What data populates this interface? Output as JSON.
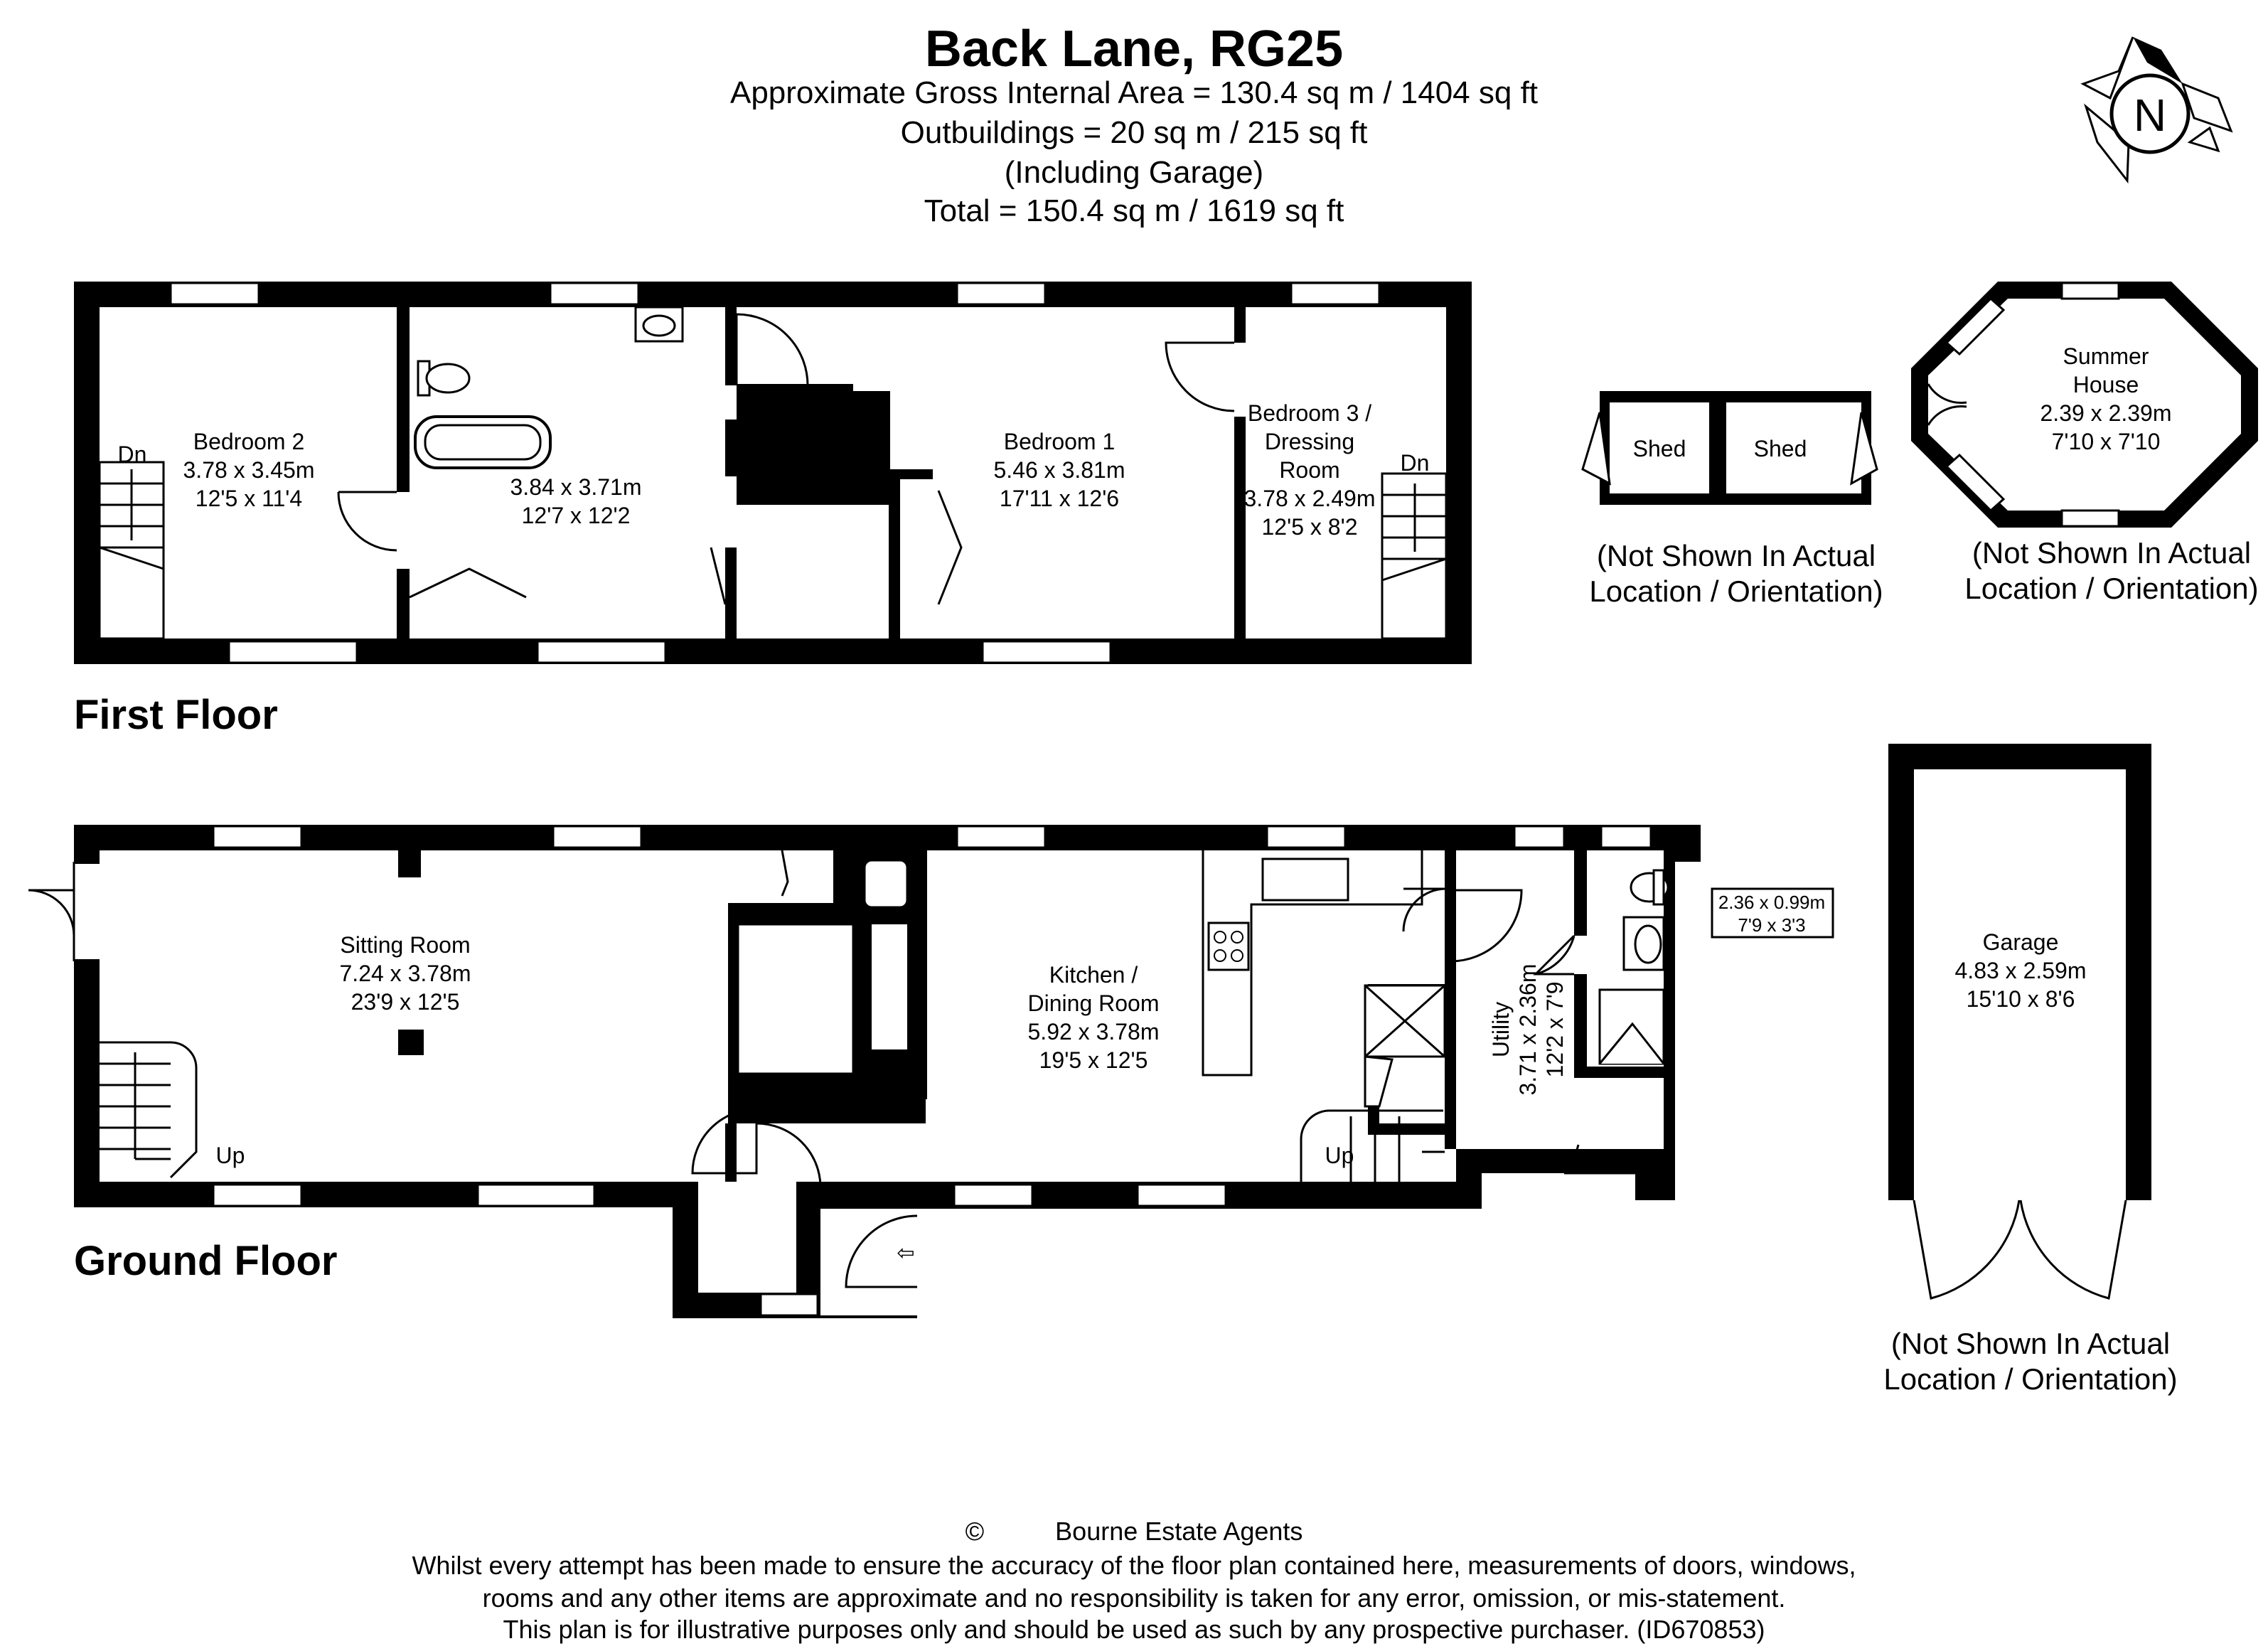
{
  "header": {
    "title": "Back Lane, RG25",
    "lines": [
      "Approximate Gross Internal Area = 130.4 sq m / 1404 sq ft",
      "Outbuildings = 20 sq m / 215 sq ft",
      "(Including Garage)",
      "Total = 150.4 sq m / 1619 sq ft"
    ]
  },
  "compass": {
    "letter": "N"
  },
  "floors": {
    "first": "First Floor",
    "ground": "Ground Floor"
  },
  "first_floor": {
    "bedroom2": {
      "name": "Bedroom 2",
      "metric": "3.78 x 3.45m",
      "imperial": "12'5 x 11'4"
    },
    "bathroom": {
      "metric": "3.84 x 3.71m",
      "imperial": "12'7 x 12'2"
    },
    "bedroom1": {
      "name": "Bedroom 1",
      "metric": "5.46 x 3.81m",
      "imperial": "17'11 x 12'6"
    },
    "bedroom3": {
      "name1": "Bedroom 3 /",
      "name2": "Dressing",
      "name3": "Room",
      "metric": "3.78 x 2.49m",
      "imperial": "12'5 x 8'2"
    },
    "stairs_down": "Dn"
  },
  "ground_floor": {
    "sitting": {
      "name": "Sitting Room",
      "metric": "7.24 x 3.78m",
      "imperial": "23'9 x 12'5"
    },
    "kitchen": {
      "name1": "Kitchen /",
      "name2": "Dining Room",
      "metric": "5.92 x 3.78m",
      "imperial": "19'5 x 12'5"
    },
    "utility": {
      "name": "Utility",
      "metric": "3.71 x 2.36m",
      "imperial": "12'2 x 7'9"
    },
    "shower": {
      "metric": "2.36 x 0.99m",
      "imperial": "7'9 x 3'3"
    },
    "stairs_up": "Up"
  },
  "outbuildings": {
    "shed": "Shed",
    "summer_house": {
      "name1": "Summer",
      "name2": "House",
      "metric": "2.39 x 2.39m",
      "imperial": "7'10 x 7'10"
    },
    "garage": {
      "name": "Garage",
      "metric": "4.83 x 2.59m",
      "imperial": "15'10 x 8'6"
    },
    "note1": "(Not Shown In Actual",
    "note2": "Location / Orientation)"
  },
  "footer": {
    "copyright": "©",
    "agent": "Bourne Estate Agents",
    "lines": [
      "Whilst every attempt has been made to ensure the accuracy of the floor plan contained here, measurements of doors, windows,",
      "rooms and any other items are approximate and no responsibility is taken for any error, omission, or mis-statement.",
      "This plan is for illustrative purposes only and should be used as such by any prospective purchaser. (ID670853)"
    ]
  }
}
